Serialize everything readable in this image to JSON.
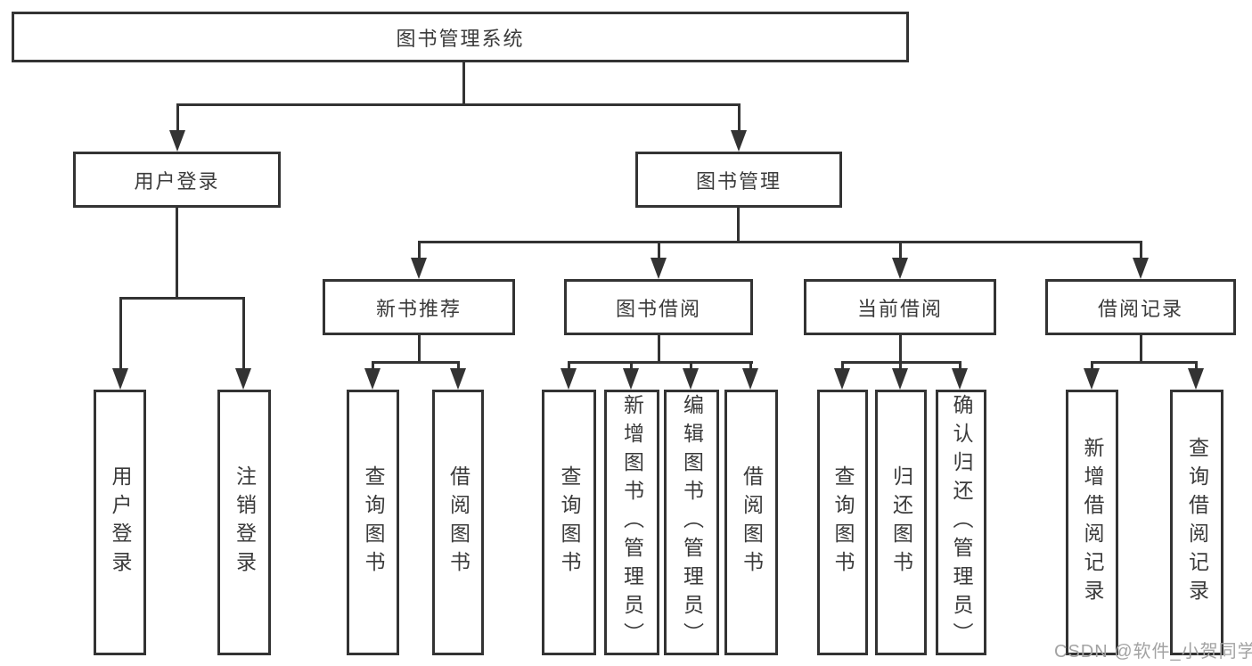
{
  "tree": {
    "label": "图书管理系统",
    "children": [
      {
        "label": "用户登录",
        "children": [
          {
            "label": "用户登录"
          },
          {
            "label": "注销登录"
          }
        ]
      },
      {
        "label": "图书管理",
        "children": [
          {
            "label": "新书推荐",
            "children": [
              {
                "label": "查询图书"
              },
              {
                "label": "借阅图书"
              }
            ]
          },
          {
            "label": "图书借阅",
            "children": [
              {
                "label": "查询图书"
              },
              {
                "label": "新增图书（管理员）"
              },
              {
                "label": "编辑图书（管理员）"
              },
              {
                "label": "借阅图书"
              }
            ]
          },
          {
            "label": "当前借阅",
            "children": [
              {
                "label": "查询图书"
              },
              {
                "label": "归还图书"
              },
              {
                "label": "确认归还（管理员）"
              }
            ]
          },
          {
            "label": "借阅记录",
            "children": [
              {
                "label": "新增借阅记录"
              },
              {
                "label": "查询借阅记录"
              }
            ]
          }
        ]
      }
    ]
  },
  "watermark": {
    "text": "CSDN @软件_小贺同学"
  },
  "colors": {
    "line": "#333333",
    "box_border": "#333333",
    "text": "#3b3b3b",
    "watermark": "#a3a3a3",
    "background": "#ffffff"
  }
}
